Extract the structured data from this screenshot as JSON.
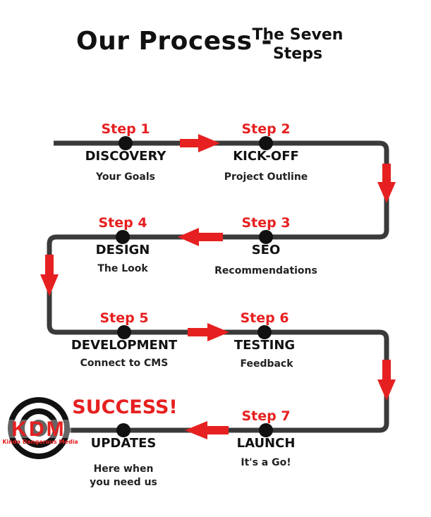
{
  "title": "Our Process -",
  "subtitle": "The Seven Steps",
  "steps": [
    {
      "label": "Step 1",
      "name": "DISCOVERY",
      "desc": "Your Goals"
    },
    {
      "label": "Step 2",
      "name": "KICK-OFF",
      "desc": "Project Outline"
    },
    {
      "label": "Step 3",
      "name": "SEO",
      "desc": "Recommendations"
    },
    {
      "label": "Step 4",
      "name": "DESIGN",
      "desc": "The Look"
    },
    {
      "label": "Step 5",
      "name": "DEVELOPMENT",
      "desc": "Connect to CMS"
    },
    {
      "label": "Step 6",
      "name": "TESTING",
      "desc": "Feedback"
    },
    {
      "label": "Step 7",
      "name": "LAUNCH",
      "desc": "It's a Go!"
    }
  ],
  "final": {
    "heading": "SUCCESS!",
    "name": "UPDATES",
    "desc": "Here when you need us"
  },
  "logo": {
    "letters": "KDM",
    "caption": "Kinda Dangerous Media"
  },
  "colors": {
    "accent": "#e62020",
    "path": "#3a3a3a",
    "node": "#111111"
  }
}
